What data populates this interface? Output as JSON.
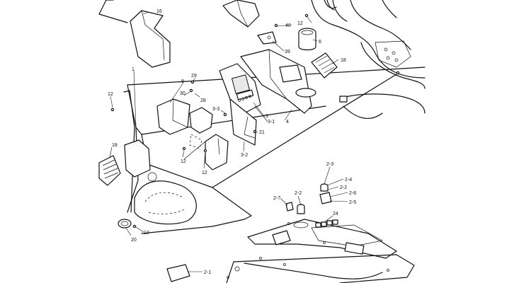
{
  "labels": {
    "l16": "16",
    "l12a": "12",
    "l40": "40",
    "l6": "6",
    "l39": "39",
    "l18a": "18",
    "l1": "1",
    "l29": "29",
    "l8": "8",
    "l30": "30",
    "l28": "28",
    "l12b": "12",
    "l3_3": "3-3",
    "l3": "3",
    "l3_1": "3-1",
    "l4": "4",
    "l21": "21",
    "l3_2": "3-2",
    "l18b": "18",
    "l12c": "12",
    "l12d": "12",
    "l12e": "12",
    "l20": "20",
    "l2_3": "2-3",
    "l2_4": "2-4",
    "l2_2a": "2-2",
    "l2_6": "2-6",
    "l2_5": "2-5",
    "l2_7": "2-7",
    "l2_2b": "2-2",
    "l24": "24",
    "l2_1": "2-1"
  }
}
